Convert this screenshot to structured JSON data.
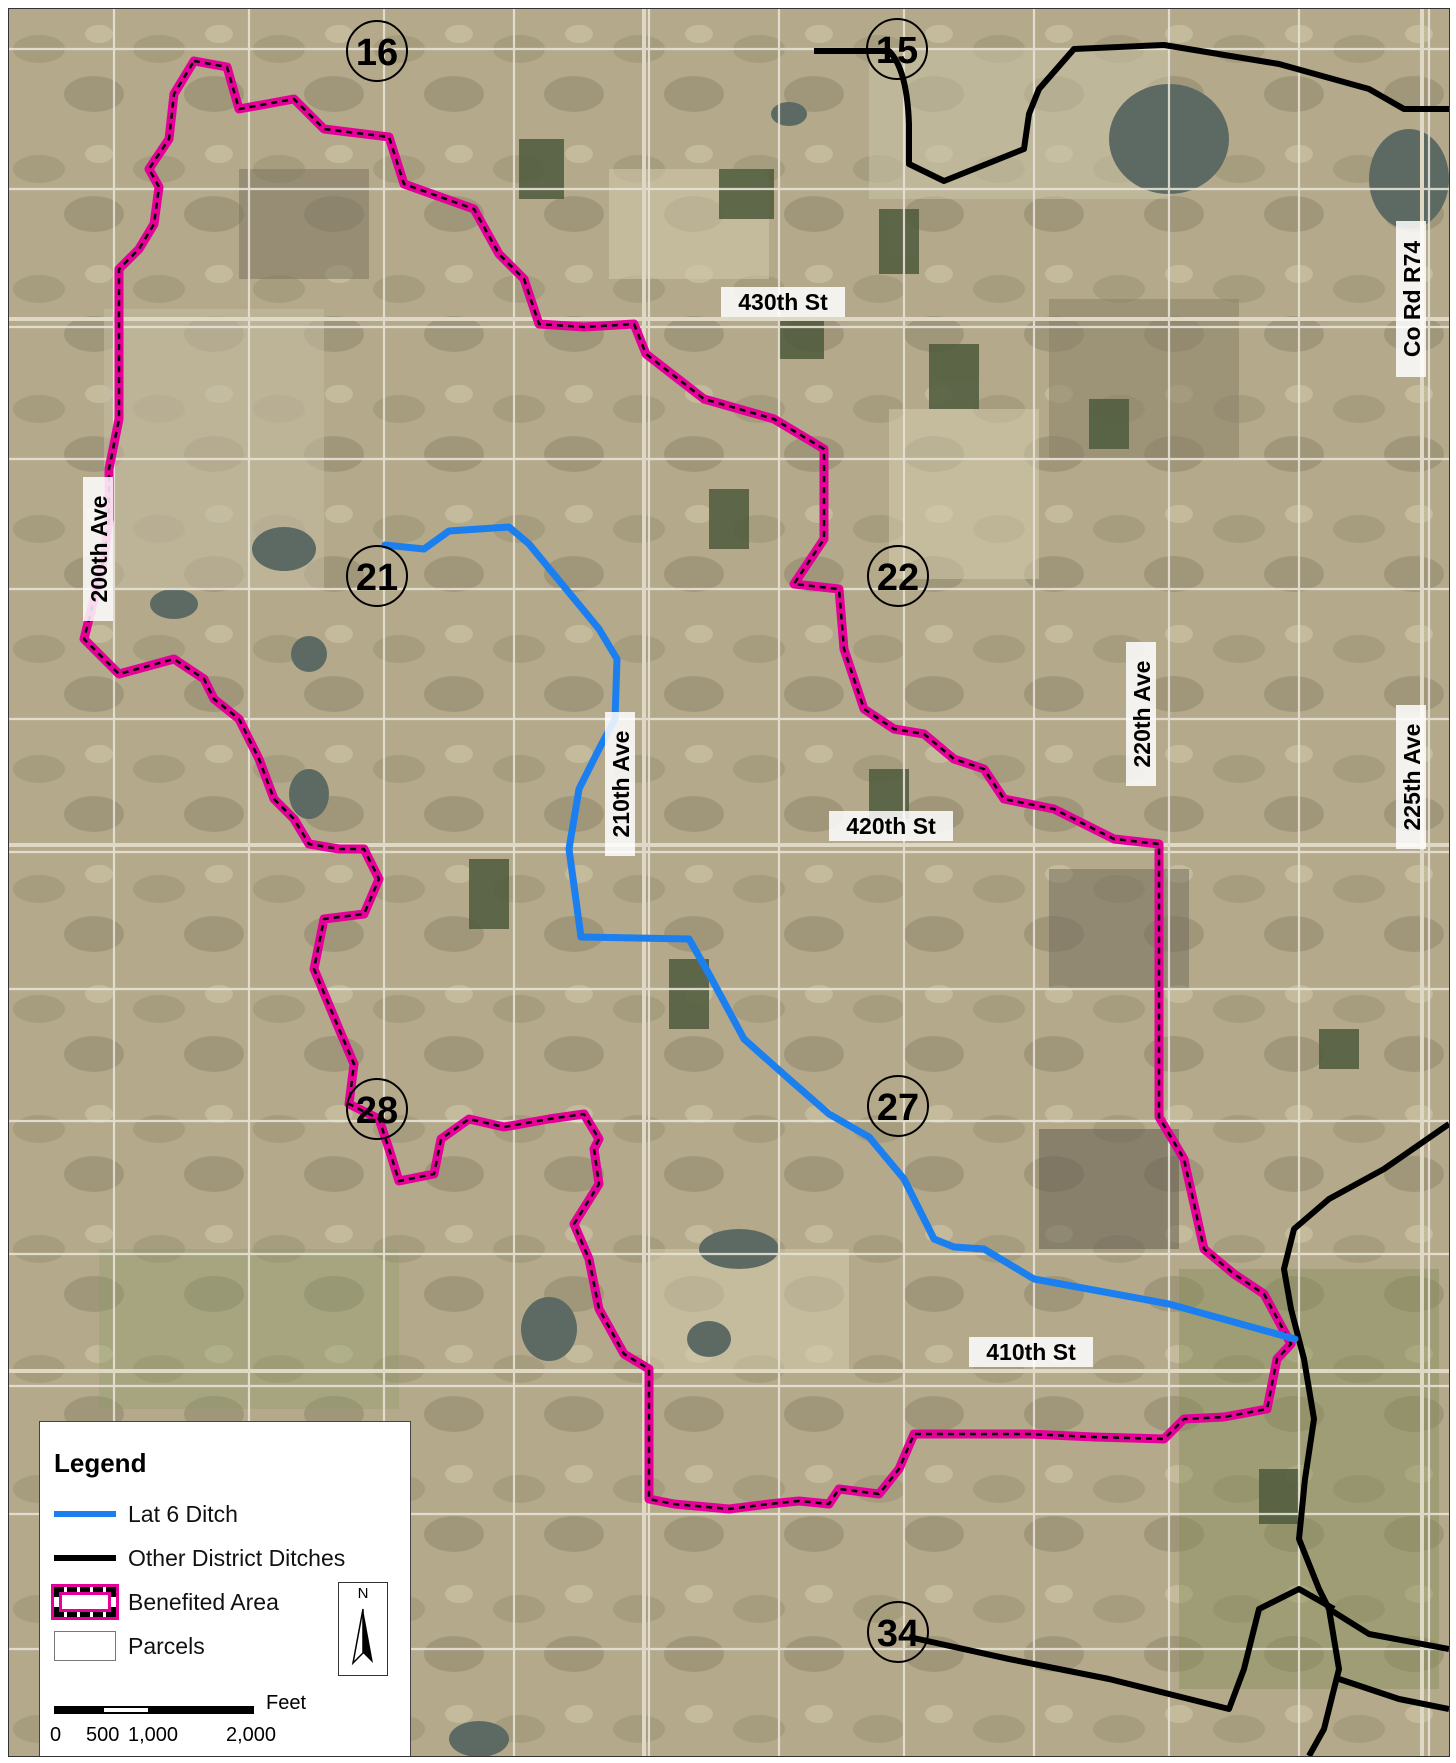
{
  "map": {
    "sections": [
      "16",
      "15",
      "21",
      "22",
      "28",
      "27",
      "34"
    ],
    "roads": {
      "r430": "430th St",
      "r420": "420th St",
      "r410": "410th St",
      "a200": "200th Ave",
      "a210": "210th Ave",
      "a220": "220th Ave",
      "a225": "225th Ave",
      "cr74": "Co Rd R74"
    },
    "colors": {
      "lat6": "#1b7ff0",
      "other_ditch": "#000000",
      "benefit": "#e6009a",
      "parcel": "#e6e2d6",
      "terrain": "#b9ae91"
    }
  },
  "legend": {
    "title": "Legend",
    "items": [
      "Lat 6 Ditch",
      "Other District Ditches",
      "Benefited Area",
      "Parcels"
    ],
    "north": "N",
    "scale": {
      "unit": "Feet",
      "ticks": [
        "0",
        "500",
        "1,000",
        "2,000"
      ]
    }
  }
}
